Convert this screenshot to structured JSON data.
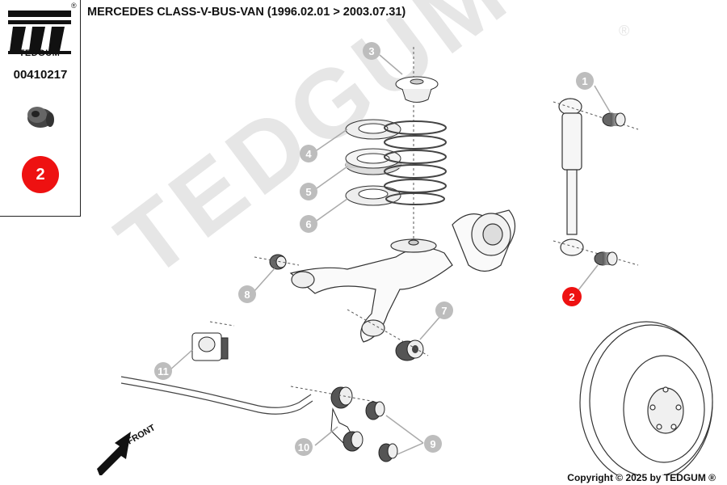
{
  "brand": {
    "name": "TEDGUM",
    "registered_mark": "®",
    "part_number": "00410217",
    "highlight_badge": "2",
    "colors": {
      "badge_red": "#ee1111",
      "callout_grey": "#bdbdbd",
      "logo_black": "#111111"
    }
  },
  "title": "MERCEDES CLASS-V-BUS-VAN (1996.02.01 > 2003.07.31)",
  "watermark": {
    "text": "TEDGUM",
    "mark": "®"
  },
  "diagram": {
    "callouts": [
      "1",
      "2",
      "3",
      "4",
      "5",
      "6",
      "7",
      "8",
      "9",
      "10",
      "11"
    ],
    "highlighted_callout": "2",
    "front_label": "FRONT"
  },
  "footer": {
    "copyright": "Copyright © 2025 by TEDGUM ®"
  }
}
